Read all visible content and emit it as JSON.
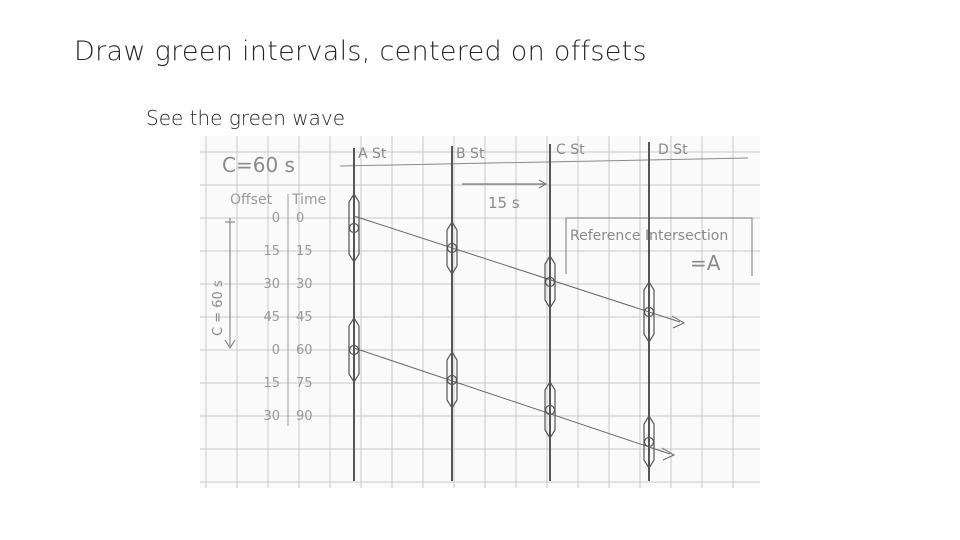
{
  "slide": {
    "title": "Draw green intervals, centered on offsets",
    "subtitle": "See the green wave"
  },
  "sketch": {
    "cycle_label": "C=60 s",
    "side_label": "C = 60 s",
    "col_offset": "Offset",
    "col_time": "Time",
    "travel_time_label": "15 s",
    "reference_line1": "Reference Intersection",
    "reference_line2": "=A",
    "streets": [
      "A St",
      "B St",
      "C St",
      "D St"
    ],
    "table_rows": [
      {
        "offset": "0",
        "time": "0"
      },
      {
        "offset": "15",
        "time": "15"
      },
      {
        "offset": "30",
        "time": "30"
      },
      {
        "offset": "45",
        "time": "45"
      },
      {
        "offset": "0",
        "time": "60"
      },
      {
        "offset": "15",
        "time": "75"
      },
      {
        "offset": "30",
        "time": "90"
      }
    ],
    "colors": {
      "grid": "#c9c9c9",
      "pencil": "#6e6e6e",
      "paper": "#fafafa"
    }
  }
}
